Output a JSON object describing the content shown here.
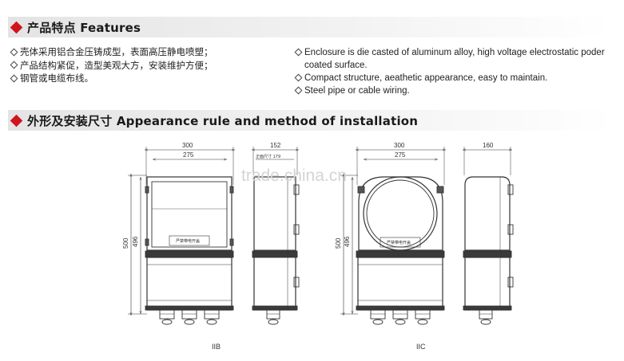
{
  "features": {
    "header": "产品特点 Features",
    "cn": [
      "壳体采用铝合金压铸成型，表面高压静电喷塑；",
      "产品结构紧促，造型美观大方，安装维护方便；",
      "钢管或电缆布线。"
    ],
    "en": [
      {
        "text": "Enclosure is die casted of aluminum alloy, high voltage electrostatic poder",
        "cont": "coated surface."
      },
      {
        "text": "Compact structure, aeathetic appearance, easy to maintain."
      },
      {
        "text": "Steel pipe or cable wiring."
      }
    ]
  },
  "installation": {
    "header": "外形及安装尺寸 Appearance rule and method of installation"
  },
  "drawings": {
    "watermark": "trade.china.cn",
    "iib": {
      "label": "IIB",
      "width": "300",
      "mount_width": "275",
      "height": "500",
      "mount_height": "496",
      "depth": "152",
      "depth_note": "正面尺寸 179",
      "plate_text": "严禁带电开盖"
    },
    "iic": {
      "label": "IIC",
      "width": "300",
      "mount_width": "275",
      "height": "500",
      "mount_height": "496",
      "depth": "160",
      "plate_text": "严禁带电开盖"
    }
  }
}
